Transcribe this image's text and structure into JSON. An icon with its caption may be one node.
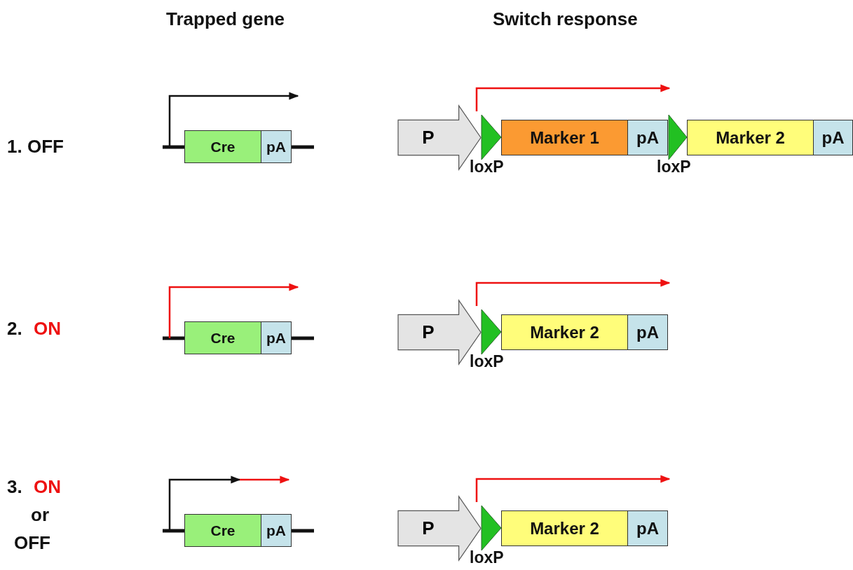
{
  "diagram": {
    "nodes": [
      {
        "text": [
          "Cre"
        ]
      },
      {
        "text": [
          "pA"
        ]
      },
      {
        "text": [
          "P"
        ]
      },
      {
        "text": [
          "loxP"
        ]
      },
      {
        "text": [
          "Marker 1"
        ]
      },
      {
        "text": [
          "pA"
        ]
      },
      {
        "text": [
          "loxP"
        ]
      },
      {
        "text": [
          "Marker 2"
        ]
      },
      {
        "text": [
          "pA"
        ]
      },
      {
        "text": [
          "Cre"
        ]
      },
      {
        "text": [
          "pA"
        ]
      },
      {
        "text": [
          "P"
        ]
      },
      {
        "text": [
          "loxP"
        ]
      },
      {
        "text": [
          "Marker 2"
        ]
      },
      {
        "text": [
          "pA"
        ]
      },
      {
        "text": [
          "Cre"
        ]
      },
      {
        "text": [
          "pA"
        ]
      },
      {
        "text": [
          "P"
        ]
      },
      {
        "text": [
          "loxP"
        ]
      },
      {
        "text": [
          "Marker 2"
        ]
      },
      {
        "text": [
          "pA"
        ]
      }
    ],
    "labels": [
      "Trapped gene",
      "Switch response",
      "1. OFF",
      "2.",
      "ON",
      "3.",
      "ON",
      "or",
      "OFF"
    ]
  }
}
